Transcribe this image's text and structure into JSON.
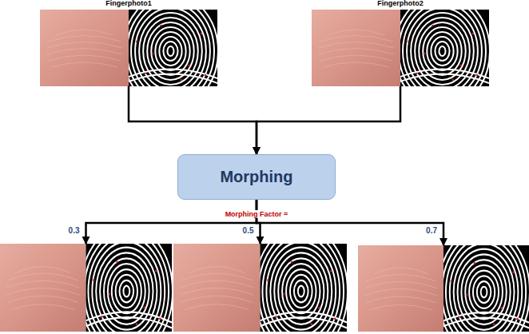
{
  "diagram": {
    "nodes": [
      {
        "text": [
          "Fingerphoto1"
        ]
      },
      {
        "text": [
          "Fingerphoto2"
        ]
      },
      {
        "text": [
          "Morphing"
        ]
      },
      {
        "text": []
      },
      {
        "text": []
      },
      {
        "text": []
      }
    ],
    "edges": [
      {
        "from": 0,
        "to": 2,
        "arrow": "to"
      },
      {
        "from": 1,
        "to": 2,
        "arrow": "to"
      },
      {
        "from": 2,
        "to": 3,
        "label": "0.3",
        "arrow": "to"
      },
      {
        "from": 2,
        "to": 4,
        "label": "0.5",
        "arrow": "to"
      },
      {
        "from": 2,
        "to": 5,
        "label": "0.7",
        "arrow": "to"
      }
    ],
    "labels": [
      "Morphing Factor ="
    ]
  }
}
